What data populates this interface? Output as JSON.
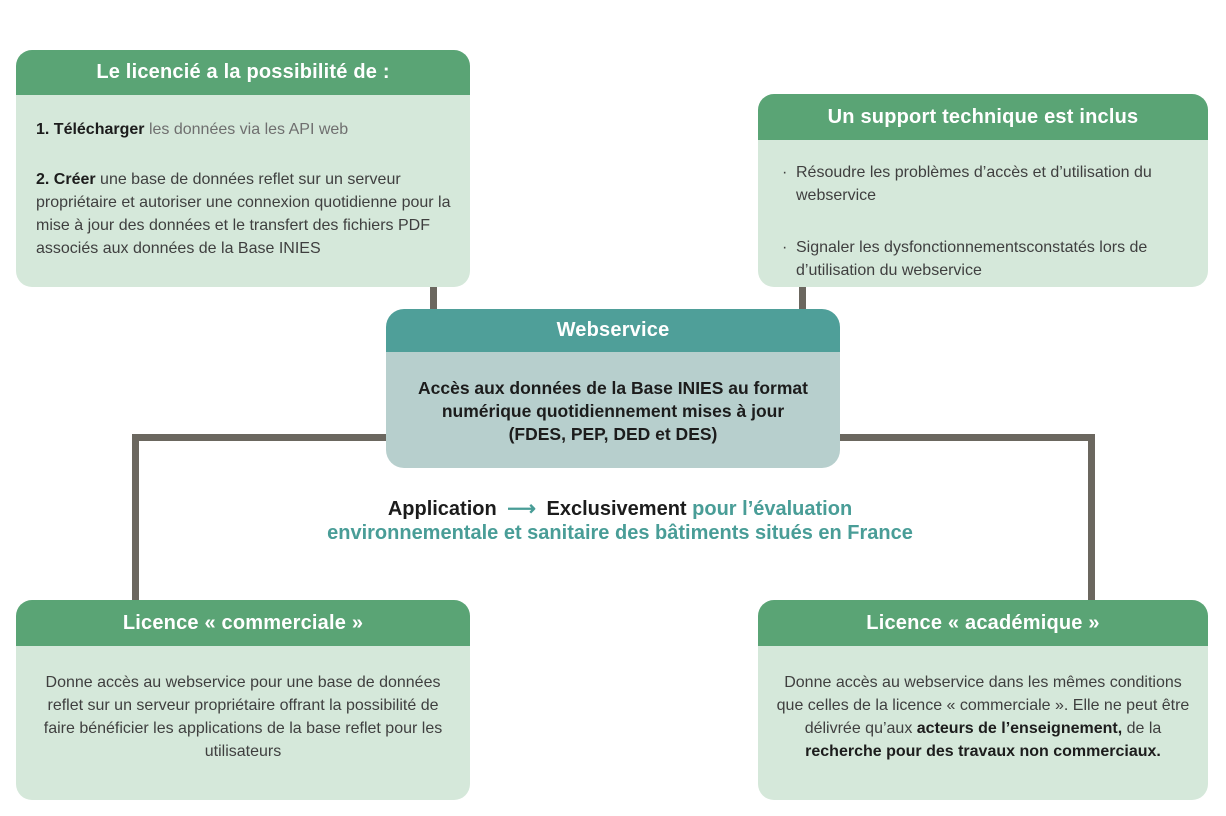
{
  "colors": {
    "green_header": "#5aa475",
    "green_body": "#d5e8da",
    "teal_header": "#4f9f99",
    "teal_body": "#b7cfcd",
    "teal_text": "#499d97",
    "connector": "#6b675f"
  },
  "bullet_char": "·",
  "boxes": {
    "licensee": {
      "title": "Le licencié a la possibilité de :",
      "item1_bold": "1.  Télécharger",
      "item1_rest": " les données via les API web",
      "item2_bold": "2. Créer",
      "item2_rest": " une base de données reflet sur un serveur propriétaire et autoriser une connexion quotidienne pour la mise à jour des données et le transfert des fichiers PDF associés aux données de la Base INIES"
    },
    "support": {
      "title": "Un support technique est inclus",
      "bullets": [
        "Résoudre les problèmes d’accès et d’utilisation du webservice",
        "Signaler les dysfonctionnementsconstatés lors de d’utilisation du webservice"
      ]
    },
    "webservice": {
      "title": "Webservice",
      "body": "Accès aux données de la Base INIES au format numérique quotidiennement mises à jour (FDES, PEP, DED et DES)"
    },
    "commercial": {
      "title": "Licence « commerciale »",
      "body": "Donne accès au webservice pour une base de données reflet sur un serveur propriétaire offrant la possibilité de faire bénéficier les applications de la base reflet pour les utilisateurs"
    },
    "academic": {
      "title": "Licence « académique »",
      "body_part1": "Donne accès au webservice dans les mêmes conditions que celles de la licence « commerciale ». Elle ne peut être délivrée qu’aux ",
      "body_bold1": "acteurs de l’enseignement,",
      "body_part2": " de la ",
      "body_bold2": "recherche pour des travaux non commerciaux."
    }
  },
  "note": {
    "black1": "Application",
    "arrow": "⟶",
    "black2": "Exclusivement",
    "teal1": "pour l’évaluation",
    "teal2": "environnementale et sanitaire des bâtiments situés en France"
  }
}
